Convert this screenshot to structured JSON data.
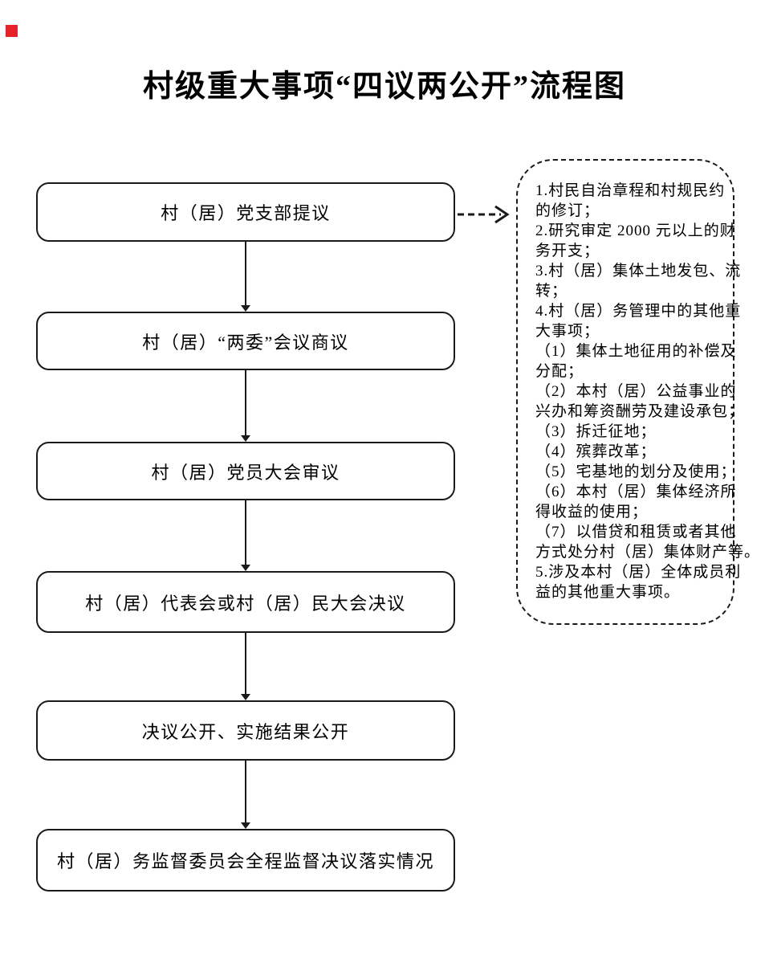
{
  "title": "村级重大事项“四议两公开”流程图",
  "colors": {
    "line": "#1a1a1a",
    "marker_red": "#e62129"
  },
  "flow_steps": [
    "村（居）党支部提议",
    "村（居）“两委”会议商议",
    "村（居）党员大会审议",
    "村（居）代表会或村（居）民大会决议",
    "决议公开、实施结果公开",
    "村（居）务监督委员会全程监督决议落实情况"
  ],
  "side_panel_lines": [
    "1.村民自治章程和村规民约",
    "的修订；",
    "2.研究审定 2000 元以上的财",
    "务开支；",
    "3.村（居）集体土地发包、流",
    "转；",
    "4.村（居）务管理中的其他重",
    "大事项；",
    "（1）集体土地征用的补偿及",
    "分配；",
    "（2）本村（居）公益事业的",
    "兴办和筹资酬劳及建设承包；",
    "（3）拆迁征地；",
    "（4）殡葬改革；",
    "（5）宅基地的划分及使用；",
    "（6）本村（居）集体经济所",
    "得收益的使用；",
    "（7）以借贷和租赁或者其他",
    "方式处分村（居）集体财产等。",
    "5.涉及本村（居）全体成员利",
    "益的其他重大事项。"
  ]
}
